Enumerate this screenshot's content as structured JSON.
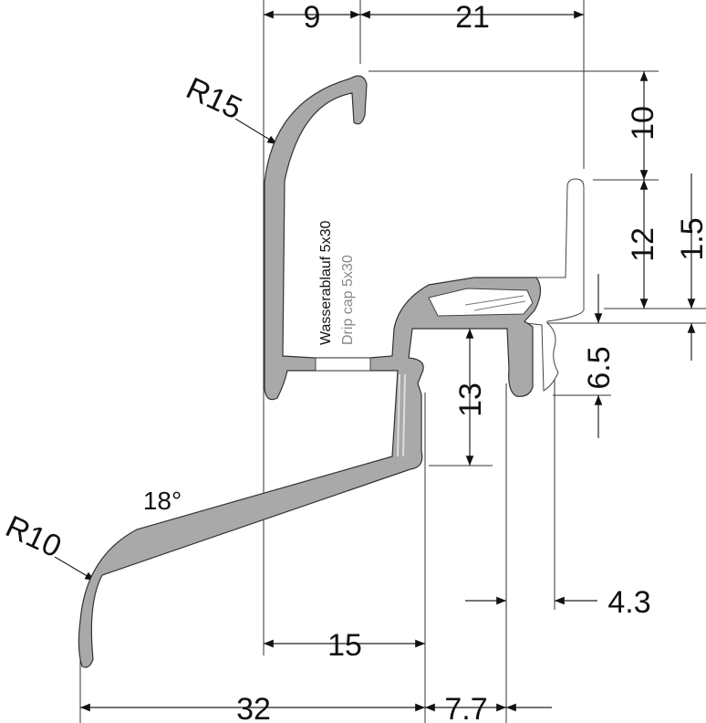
{
  "dimensions": {
    "top_9": "9",
    "top_21": "21",
    "right_10": "10",
    "right_12": "12",
    "right_1_5": "1.5",
    "right_6_5": "6.5",
    "inner_13": "13",
    "right_4_3": "4.3",
    "bottom_15": "15",
    "bottom_32": "32",
    "bottom_7_7": "7.7"
  },
  "radii": {
    "top": "R15",
    "bottom": "R10"
  },
  "angle": "18°",
  "notes": {
    "de": "Wasserablauf 5x30",
    "en": "Drip cap 5x30"
  },
  "colors": {
    "profile_fill": "#a9a9a9",
    "note_en": "#888888",
    "line": "#222222"
  }
}
